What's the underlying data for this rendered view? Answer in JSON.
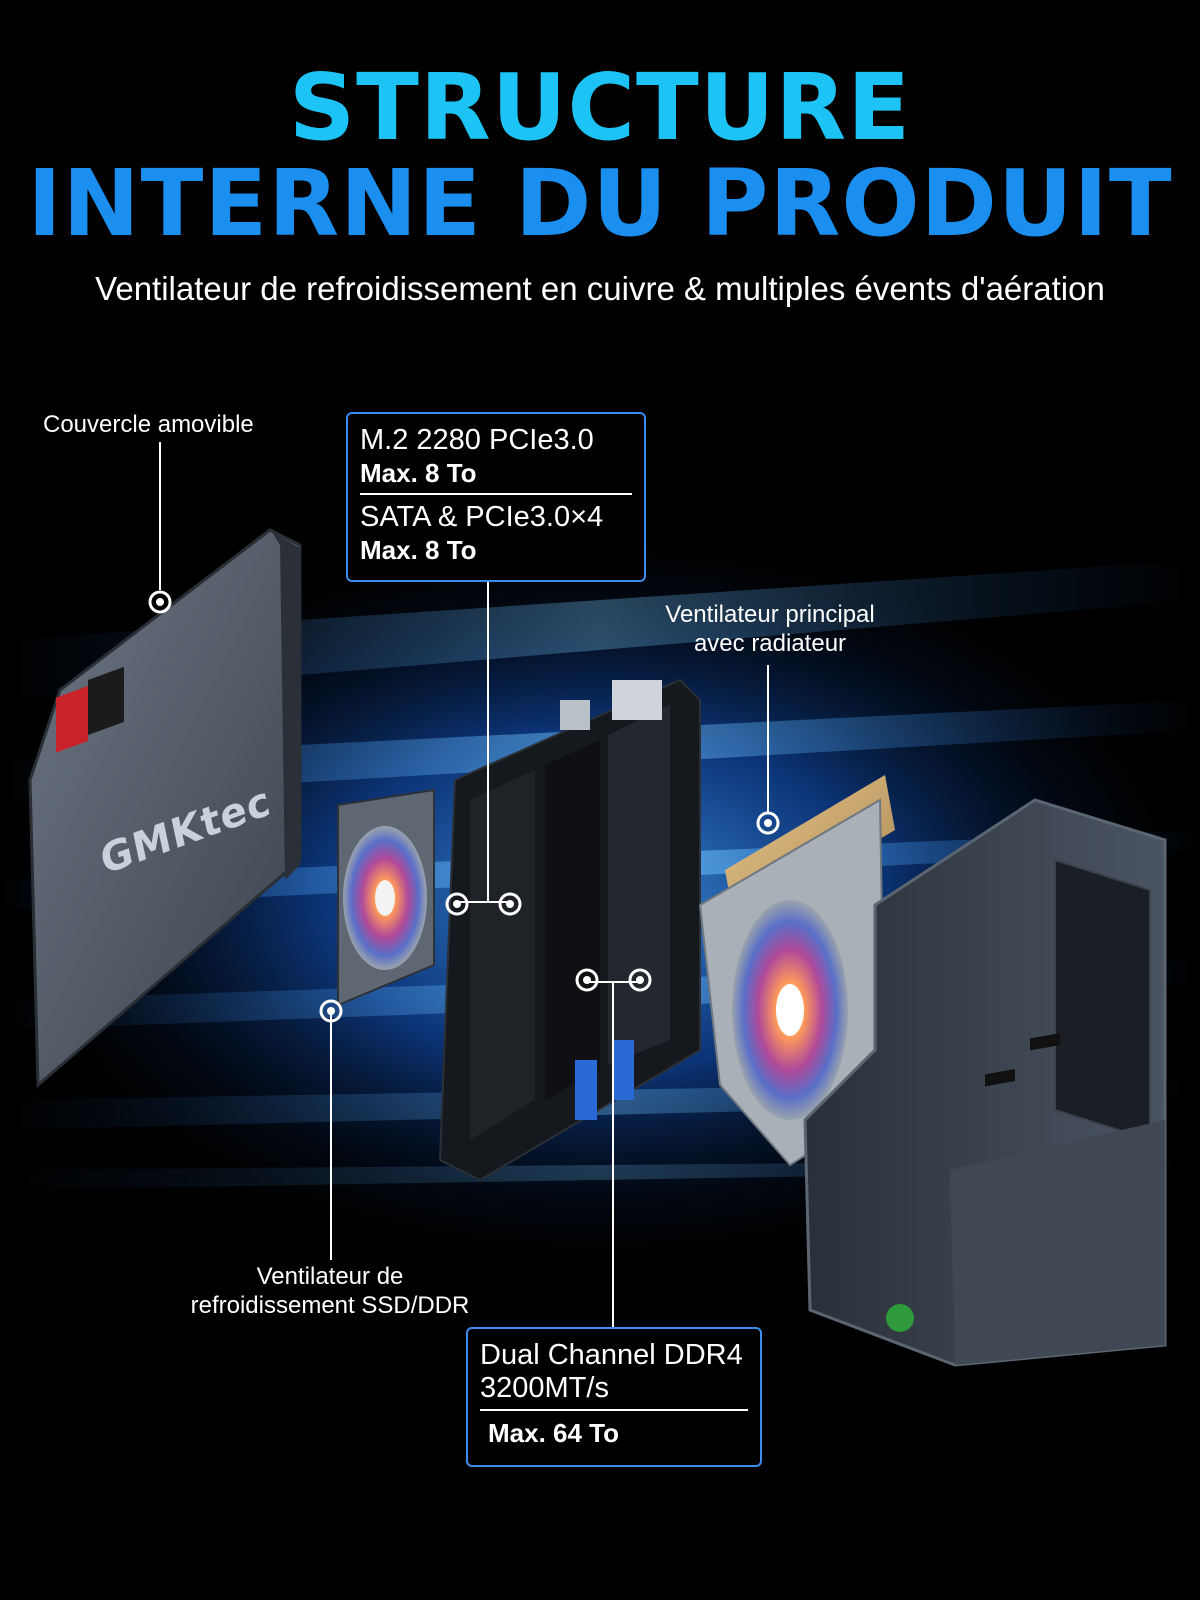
{
  "header": {
    "title_line1": "STRUCTURE",
    "title_line2": "INTERNE DU PRODUIT",
    "subtitle": "Ventilateur de refroidissement en cuivre & multiples évents d'aération"
  },
  "callouts": {
    "lid": {
      "label": "Couvercle amovible"
    },
    "main_fan": {
      "line1": "Ventilateur principal",
      "line2": "avec radiateur"
    },
    "ssd_fan": {
      "line1": "Ventilateur de",
      "line2": "refroidissement SSD/DDR"
    },
    "storage": {
      "m2_title": "M.2 2280 PCIe3.0",
      "m2_capacity": "Max. 8 To",
      "sata_title": "SATA & PCIe3.0×4",
      "sata_capacity": "Max. 8 To"
    },
    "memory": {
      "line1": "Dual Channel DDR4",
      "line2": "3200MT/s",
      "capacity": "Max. 64 To"
    }
  },
  "brand": {
    "logo_text": "GMKtec"
  },
  "colors": {
    "background": "#000000",
    "title_cyan": "#1cc3f4",
    "title_blue": "#1a8fef",
    "box_border": "#3d8cf0",
    "glow": "#1e7cff"
  }
}
